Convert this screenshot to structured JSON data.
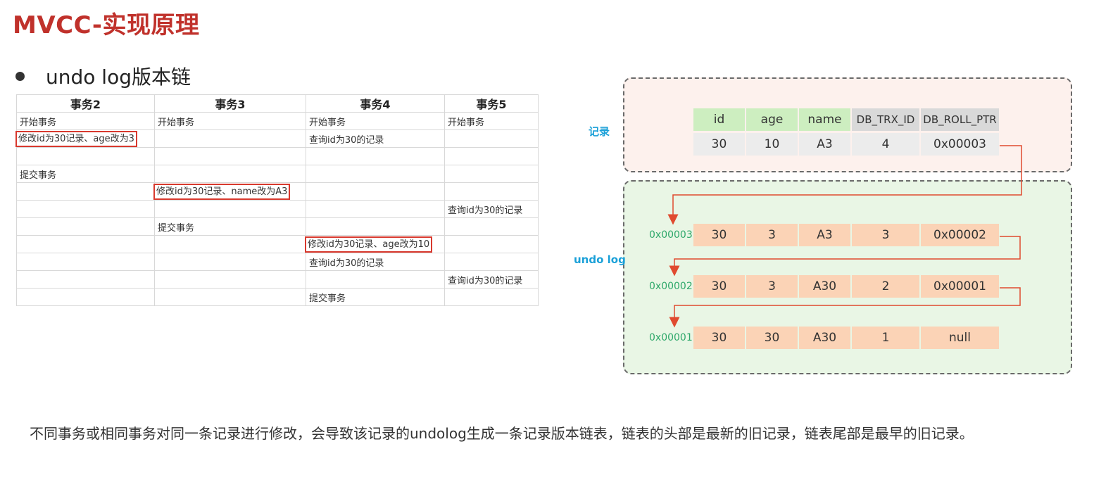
{
  "title": "MVCC-实现原理",
  "bullet": "undo log版本链",
  "tx_table": {
    "headers": [
      "事务2",
      "事务3",
      "事务4",
      "事务5"
    ],
    "rows": [
      [
        "开始事务",
        "开始事务",
        "开始事务",
        "开始事务"
      ],
      [
        "修改id为30记录、age改为3",
        "",
        "查询id为30的记录",
        ""
      ],
      [
        "",
        "",
        "",
        ""
      ],
      [
        "提交事务",
        "",
        "",
        ""
      ],
      [
        "",
        "修改id为30记录、name改为A3",
        "",
        ""
      ],
      [
        "",
        "",
        "",
        "查询id为30的记录"
      ],
      [
        "",
        "提交事务",
        "",
        ""
      ],
      [
        "",
        "",
        "修改id为30记录、age改为10",
        ""
      ],
      [
        "",
        "",
        "查询id为30的记录",
        ""
      ],
      [
        "",
        "",
        "",
        "查询id为30的记录"
      ],
      [
        "",
        "",
        "提交事务",
        ""
      ]
    ]
  },
  "diagram": {
    "record_label": "记录",
    "undo_label": "undo log",
    "columns": [
      "id",
      "age",
      "name",
      "DB_TRX_ID",
      "DB_ROLL_PTR"
    ],
    "record": [
      "30",
      "10",
      "A3",
      "4",
      "0x00003"
    ],
    "undo_rows": [
      {
        "addr": "0x00003",
        "values": [
          "30",
          "3",
          "A3",
          "3",
          "0x00002"
        ]
      },
      {
        "addr": "0x00002",
        "values": [
          "30",
          "3",
          "A30",
          "2",
          "0x00001"
        ]
      },
      {
        "addr": "0x00001",
        "values": [
          "30",
          "30",
          "A30",
          "1",
          "null"
        ]
      }
    ],
    "arrow_color": "#e04a2f"
  },
  "description": "不同事务或相同事务对同一条记录进行修改，会导致该记录的undolog生成一条记录版本链表，链表的头部是最新的旧记录，链表尾部是最早的旧记录。"
}
